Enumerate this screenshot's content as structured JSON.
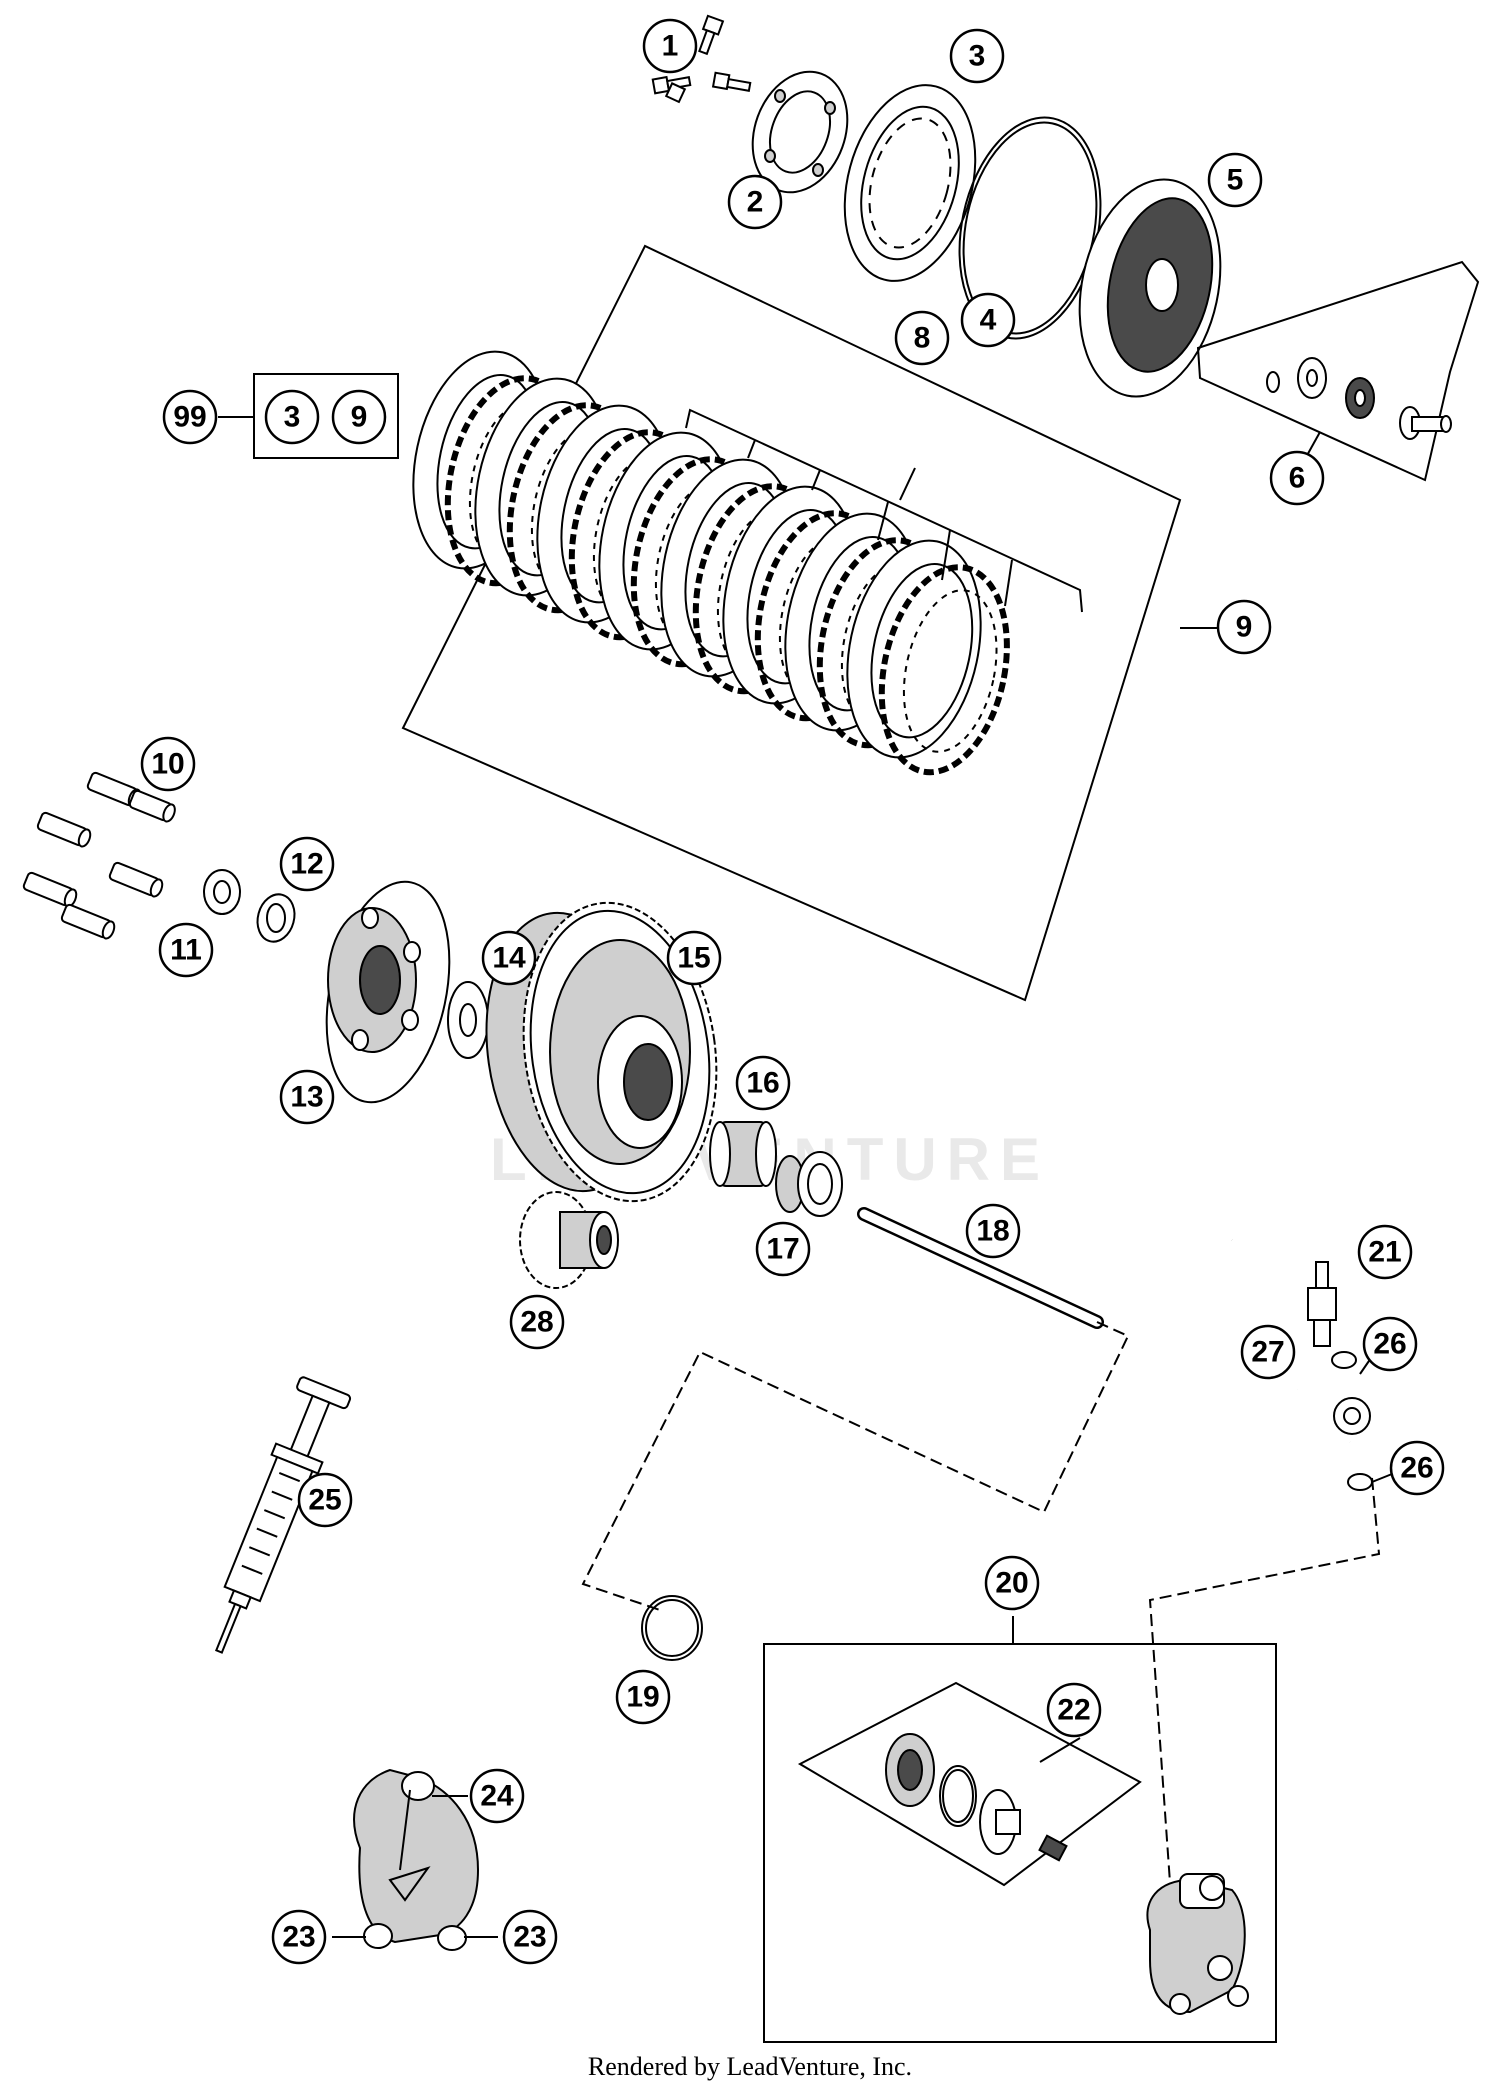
{
  "watermark": "LEADVENTURE",
  "footer": "Rendered by LeadVenture, Inc.",
  "kit_box": {
    "id": "99",
    "contents": [
      "3",
      "9"
    ]
  },
  "callouts": [
    {
      "key": "c1",
      "label": "1"
    },
    {
      "key": "c2",
      "label": "2"
    },
    {
      "key": "c3",
      "label": "3"
    },
    {
      "key": "c4",
      "label": "4"
    },
    {
      "key": "c5",
      "label": "5"
    },
    {
      "key": "c6",
      "label": "6"
    },
    {
      "key": "c8",
      "label": "8"
    },
    {
      "key": "c9",
      "label": "9"
    },
    {
      "key": "c10",
      "label": "10"
    },
    {
      "key": "c11",
      "label": "11"
    },
    {
      "key": "c12",
      "label": "12"
    },
    {
      "key": "c13",
      "label": "13"
    },
    {
      "key": "c14",
      "label": "14"
    },
    {
      "key": "c15",
      "label": "15"
    },
    {
      "key": "c16",
      "label": "16"
    },
    {
      "key": "c17",
      "label": "17"
    },
    {
      "key": "c18",
      "label": "18"
    },
    {
      "key": "c19",
      "label": "19"
    },
    {
      "key": "c20",
      "label": "20"
    },
    {
      "key": "c21",
      "label": "21"
    },
    {
      "key": "c22",
      "label": "22"
    },
    {
      "key": "c23a",
      "label": "23"
    },
    {
      "key": "c23b",
      "label": "23"
    },
    {
      "key": "c24",
      "label": "24"
    },
    {
      "key": "c25",
      "label": "25"
    },
    {
      "key": "c26a",
      "label": "26"
    },
    {
      "key": "c26b",
      "label": "26"
    },
    {
      "key": "c27",
      "label": "27"
    },
    {
      "key": "c28",
      "label": "28"
    }
  ]
}
